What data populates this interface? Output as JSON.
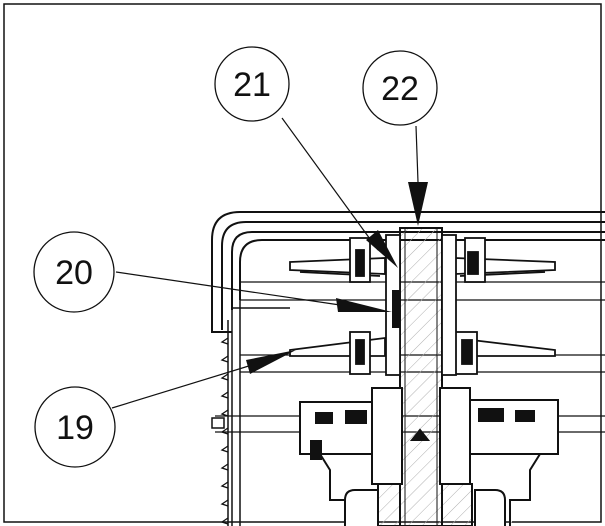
{
  "drawing": {
    "colors": {
      "line": "#111111",
      "hatch": "#9a9a9a",
      "background": "#ffffff"
    },
    "callouts": [
      {
        "label": "21"
      },
      {
        "label": "22"
      },
      {
        "label": "20"
      },
      {
        "label": "19"
      }
    ]
  }
}
